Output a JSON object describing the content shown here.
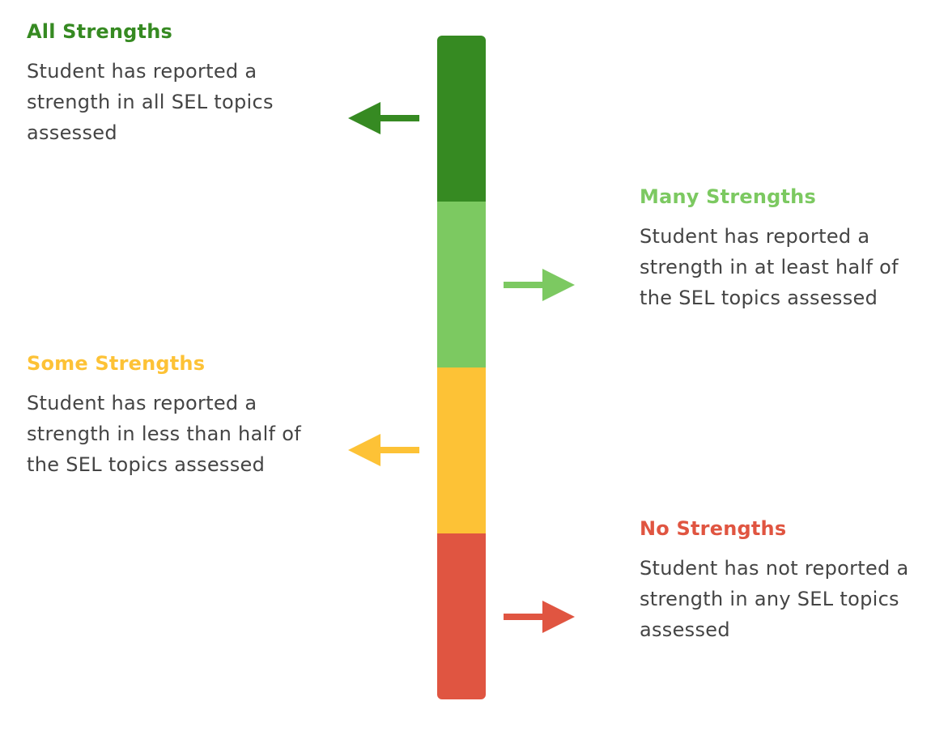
{
  "categories": [
    {
      "key": "all",
      "title": "All Strengths",
      "description": "Student has reported a strength in all SEL topics assessed",
      "color": "#368a22"
    },
    {
      "key": "many",
      "title": "Many Strengths",
      "description": "Student has reported a strength in at least half of the SEL topics assessed",
      "color": "#7cc961"
    },
    {
      "key": "some",
      "title": "Some Strengths",
      "description": "Student has reported a strength in less than half of the SEL topics assessed",
      "color": "#fdc236"
    },
    {
      "key": "none",
      "title": "No Strengths",
      "description": "Student has not reported a strength in any SEL topics assessed",
      "color": "#e05541"
    }
  ],
  "arrows": [
    {
      "key": "all",
      "direction": "left",
      "icon": "arrow-left-icon"
    },
    {
      "key": "many",
      "direction": "right",
      "icon": "arrow-right-icon"
    },
    {
      "key": "some",
      "direction": "left",
      "icon": "arrow-left-icon"
    },
    {
      "key": "none",
      "direction": "right",
      "icon": "arrow-right-icon"
    }
  ]
}
